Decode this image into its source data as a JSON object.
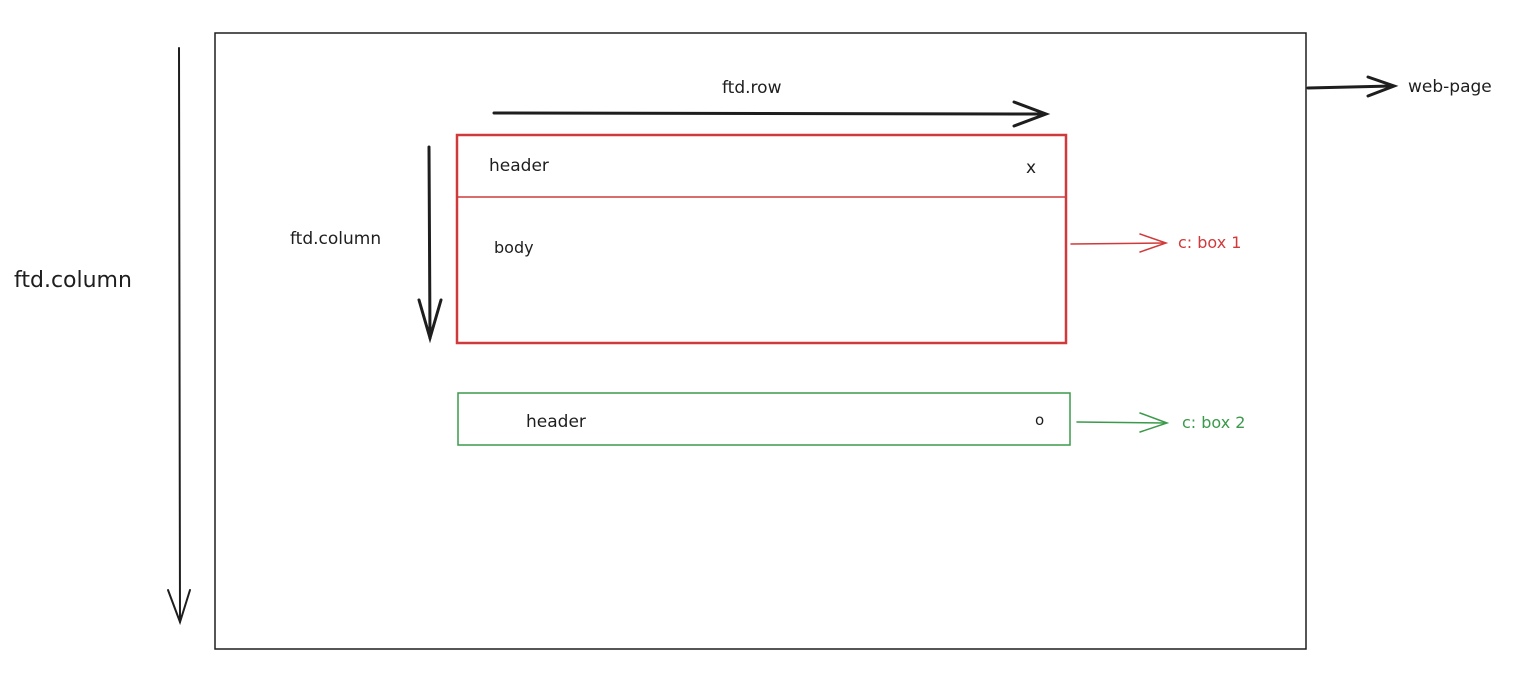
{
  "labels": {
    "outer_column": "ftd.column",
    "row": "ftd.row",
    "inner_column": "ftd.column",
    "web_page": "web-page",
    "box1_header": "header",
    "box1_close": "x",
    "box1_body": "body",
    "box1_component": "c: box 1",
    "box2_header": "header",
    "box2_toggle": "o",
    "box2_component": "c: box 2"
  },
  "colors": {
    "ink": "#1e1e1e",
    "box1": "#d03a3a",
    "box2": "#3a9a4a"
  }
}
